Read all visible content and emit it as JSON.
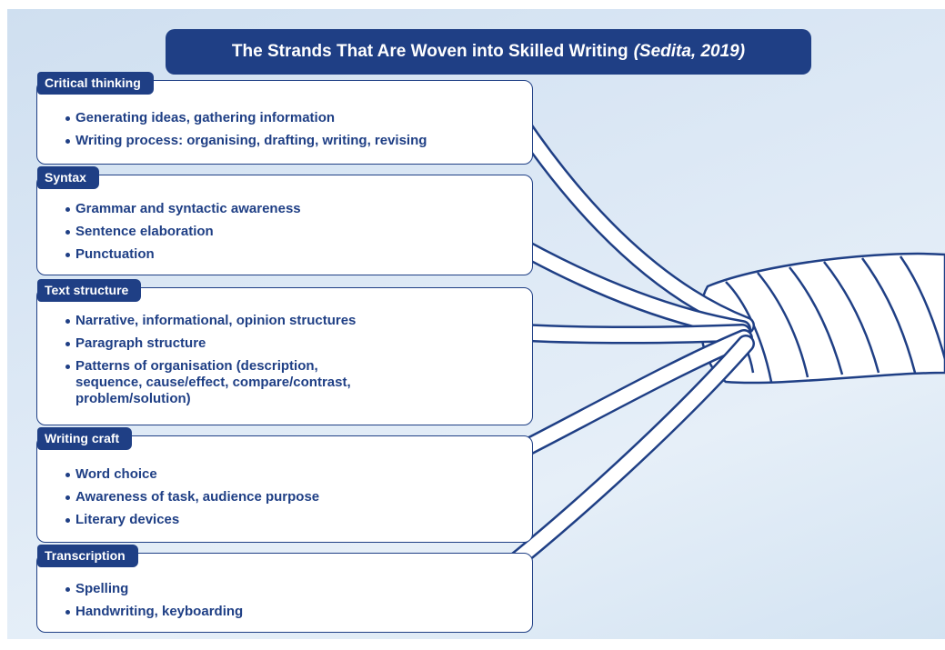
{
  "title": {
    "main": "The Strands That Are Woven into Skilled Writing",
    "citation": "(Sedita, 2019)"
  },
  "categories": [
    {
      "label": "Critical thinking",
      "items": [
        "Generating ideas, gathering information",
        "Writing process: organising, drafting, writing, revising"
      ]
    },
    {
      "label": "Syntax",
      "items": [
        "Grammar and syntactic awareness",
        "Sentence elaboration",
        "Punctuation"
      ]
    },
    {
      "label": "Text structure",
      "items": [
        "Narrative, informational, opinion structures",
        "Paragraph structure",
        "Patterns of organisation (description, sequence, cause/effect, compare/contrast, problem/solution)"
      ]
    },
    {
      "label": "Writing craft",
      "items": [
        "Word choice",
        "Awareness of task, audience purpose",
        "Literary devices"
      ]
    },
    {
      "label": "Transcription",
      "items": [
        "Spelling",
        "Handwriting, keyboarding"
      ]
    }
  ],
  "colors": {
    "navy": "#1f3f85",
    "background": "#dce8f5",
    "rope": "#ffffff"
  }
}
